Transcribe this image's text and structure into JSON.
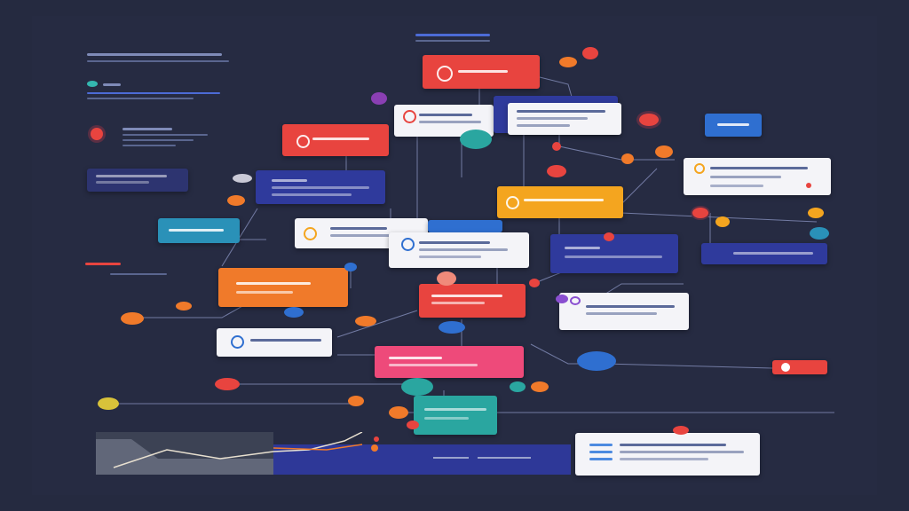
{
  "colors": {
    "background": "#252a40",
    "red": "#e8443f",
    "orange": "#f07a2a",
    "yellow": "#f4a51f",
    "navy": "#2d3a8c",
    "teal": "#2aa6a0",
    "pink": "#ee4a7a",
    "white": "#f4f4f8",
    "blue": "#2f6fd0"
  },
  "nodes": [
    {
      "id": "red-top",
      "color": "red"
    },
    {
      "id": "white-top-left",
      "color": "white"
    },
    {
      "id": "navy-top-right",
      "color": "navy"
    },
    {
      "id": "red-left",
      "color": "red"
    },
    {
      "id": "blue-badge",
      "color": "blue"
    },
    {
      "id": "navy-mid-left",
      "color": "navy"
    },
    {
      "id": "white-right",
      "color": "white"
    },
    {
      "id": "yellow-center",
      "color": "yellow"
    },
    {
      "id": "teal-left",
      "color": "teal"
    },
    {
      "id": "white-center-left",
      "color": "white"
    },
    {
      "id": "white-center",
      "color": "white"
    },
    {
      "id": "navy-right",
      "color": "navy"
    },
    {
      "id": "navy-far-right",
      "color": "navy"
    },
    {
      "id": "orange-left",
      "color": "orange"
    },
    {
      "id": "red-center",
      "color": "red"
    },
    {
      "id": "white-right-low",
      "color": "white"
    },
    {
      "id": "white-left-low",
      "color": "white"
    },
    {
      "id": "pink-center",
      "color": "pink"
    },
    {
      "id": "teal-low",
      "color": "teal"
    },
    {
      "id": "white-bottom-right",
      "color": "white"
    }
  ]
}
